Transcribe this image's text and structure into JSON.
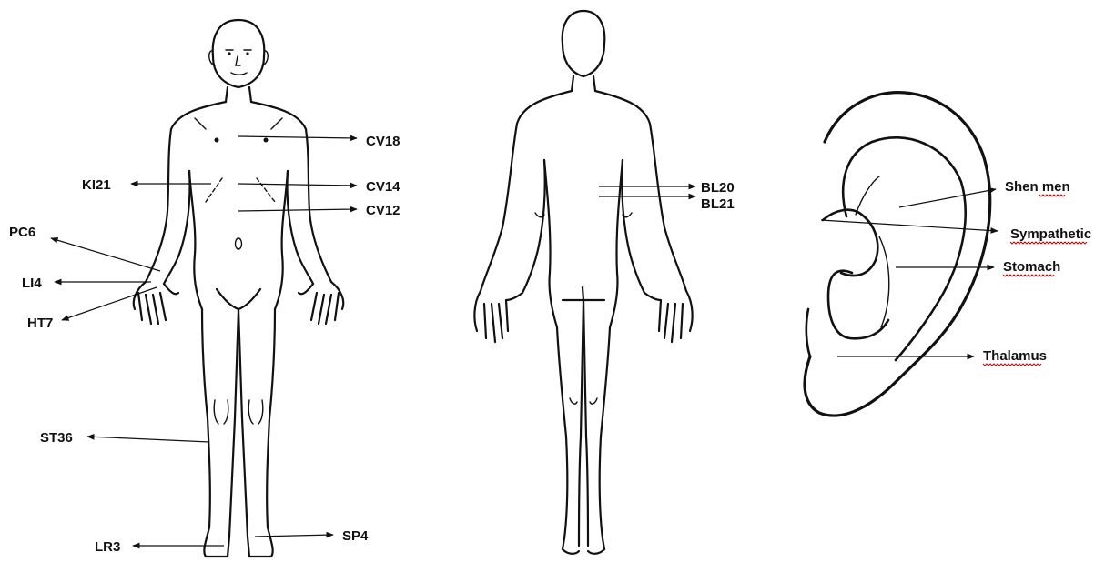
{
  "front_points": [
    "CV18",
    "KI21",
    "CV14",
    "CV12",
    "PC6",
    "LI4",
    "HT7",
    "ST36",
    "LR3",
    "SP4"
  ],
  "back_points": [
    "BL20",
    "BL21"
  ],
  "ear_points": [
    "Shen men",
    "Sympathetic",
    "Stomach",
    "Thalamus"
  ],
  "colors": {
    "line": "#111111",
    "spellcheck_underline": "#cc0000"
  }
}
